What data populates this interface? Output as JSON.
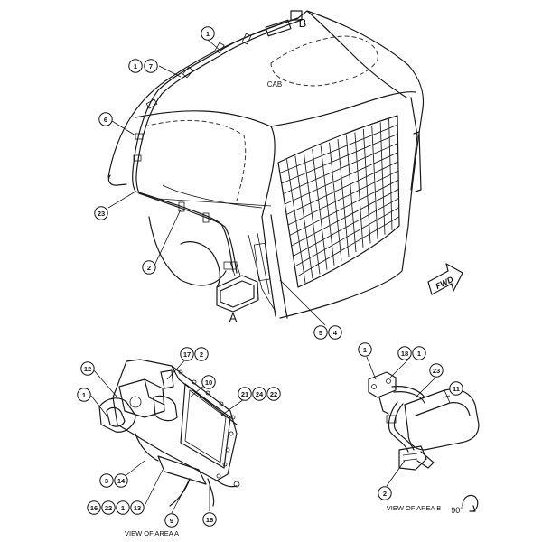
{
  "labels": {
    "cab": "CAB",
    "area_a_marker": "A",
    "area_b_marker": "B",
    "fwd": "FWD",
    "view_a": "VIEW OF AREA A",
    "view_b": "VIEW OF AREA B",
    "rotation": "90°"
  },
  "callouts": [
    {
      "id": "c-1-top",
      "text": "1"
    },
    {
      "id": "c-1-left",
      "text": "1"
    },
    {
      "id": "c-7",
      "text": "7"
    },
    {
      "id": "c-6",
      "text": "6"
    },
    {
      "id": "c-23-main",
      "text": "23"
    },
    {
      "id": "c-2-main",
      "text": "2"
    },
    {
      "id": "c-5",
      "text": "5"
    },
    {
      "id": "c-4",
      "text": "4"
    },
    {
      "id": "c-12",
      "text": "12"
    },
    {
      "id": "c-1-a",
      "text": "1"
    },
    {
      "id": "c-17",
      "text": "17"
    },
    {
      "id": "c-2-a",
      "text": "2"
    },
    {
      "id": "c-10",
      "text": "10"
    },
    {
      "id": "c-21",
      "text": "21"
    },
    {
      "id": "c-24",
      "text": "24"
    },
    {
      "id": "c-22-a",
      "text": "22"
    },
    {
      "id": "c-3",
      "text": "3"
    },
    {
      "id": "c-14",
      "text": "14"
    },
    {
      "id": "c-16-a",
      "text": "16"
    },
    {
      "id": "c-22-b",
      "text": "22"
    },
    {
      "id": "c-1-b",
      "text": "1"
    },
    {
      "id": "c-13",
      "text": "13"
    },
    {
      "id": "c-9",
      "text": "9"
    },
    {
      "id": "c-16-b",
      "text": "16"
    },
    {
      "id": "c-1-bv",
      "text": "1"
    },
    {
      "id": "c-18",
      "text": "18"
    },
    {
      "id": "c-1-bv2",
      "text": "1"
    },
    {
      "id": "c-23-b",
      "text": "23"
    },
    {
      "id": "c-11",
      "text": "11"
    },
    {
      "id": "c-2-b",
      "text": "2"
    }
  ]
}
